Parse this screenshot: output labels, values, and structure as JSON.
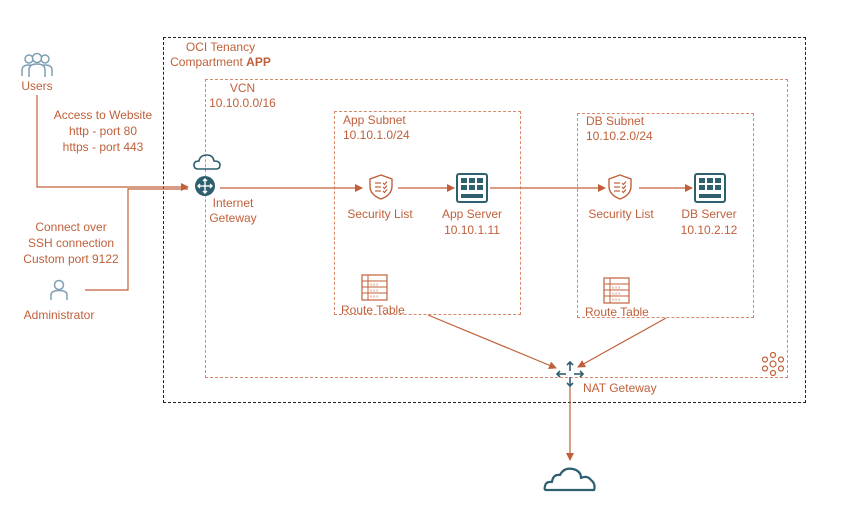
{
  "colors": {
    "accent": "#c0603a",
    "line": "#d9896a",
    "teal": "#2e5f6e",
    "tenancy_border": "#222222",
    "users_icon": "#7f9fb3"
  },
  "tenancy": {
    "title": "OCI Tenancy",
    "compartment_prefix": "Compartment",
    "compartment_name": "APP"
  },
  "vcn": {
    "title": "VCN",
    "cidr": "10.10.0.0/16"
  },
  "users": {
    "label": "Users",
    "icon": "users-icon"
  },
  "administrator": {
    "label": "Administrator",
    "icon": "person-icon"
  },
  "website_access": {
    "line1": "Access to Website",
    "line2": "http - port 80",
    "line3": "https - port 443"
  },
  "ssh_access": {
    "line1": "Connect over",
    "line2": "SSH connection",
    "line3": "Custom port 9122"
  },
  "internet_gateway": {
    "line1": "Internet",
    "line2": "Geteway",
    "icon": "internet-gateway-icon"
  },
  "app_subnet": {
    "title": "App Subnet",
    "cidr": "10.10.1.0/24",
    "security_list": "Security List",
    "server_name": "App Server",
    "server_ip": "10.10.1.11",
    "route_table": "Route Table"
  },
  "db_subnet": {
    "title": "DB Subnet",
    "cidr": "10.10.2.0/24",
    "security_list": "Security List",
    "server_name": "DB Server",
    "server_ip": "10.10.2.12",
    "route_table": "Route Table"
  },
  "nat_gateway": {
    "label": "NAT Geteway",
    "icon": "nat-gateway-icon"
  },
  "internet_cloud": {
    "icon": "cloud-icon"
  },
  "vcn_badge": {
    "icon": "vcn-network-icon"
  }
}
